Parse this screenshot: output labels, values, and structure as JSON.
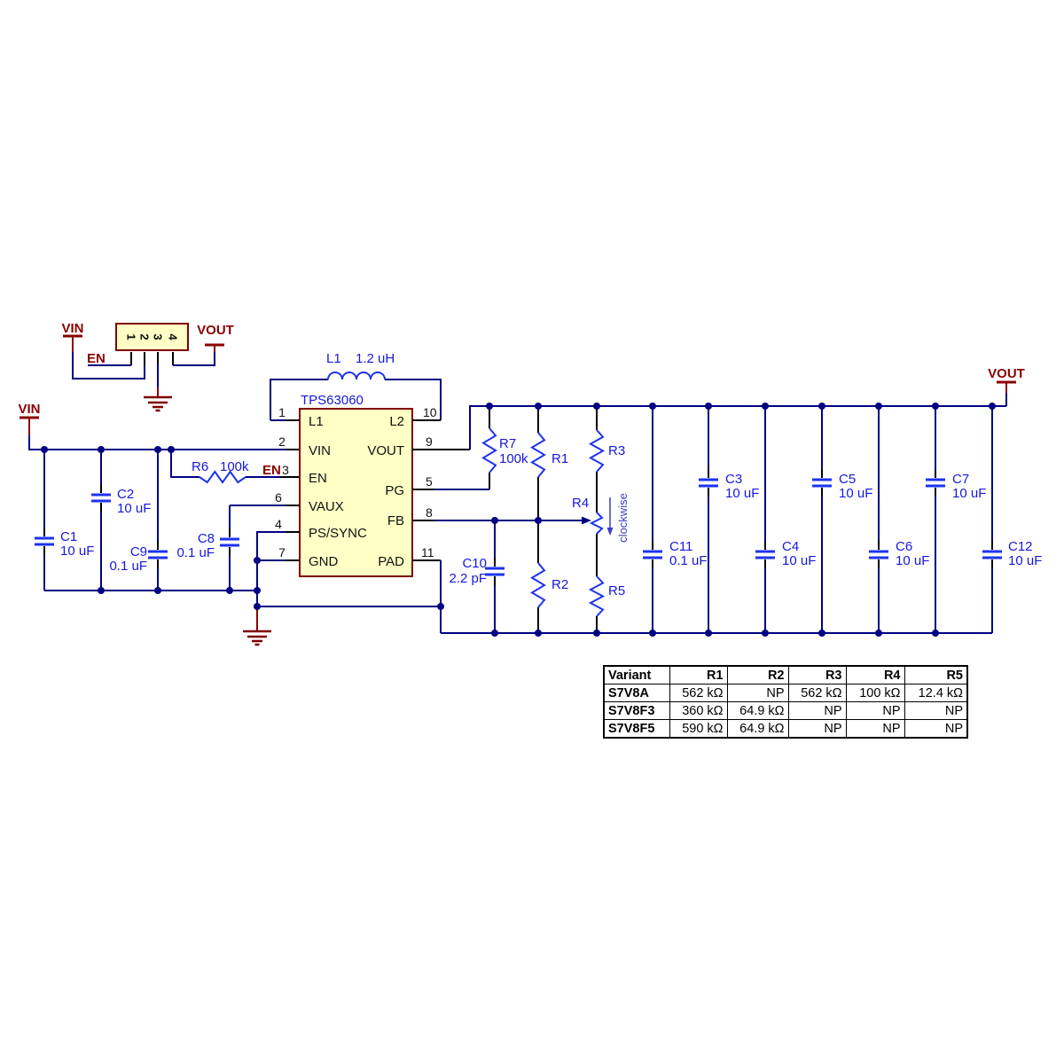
{
  "nets": {
    "vin": "VIN",
    "vout": "VOUT",
    "en": "EN"
  },
  "connector": {
    "pins": [
      "1",
      "2",
      "3",
      "4"
    ]
  },
  "inductor": {
    "ref": "L1",
    "value": "1.2 uH"
  },
  "ic": {
    "name": "TPS63060",
    "pins_left": [
      {
        "num": "1",
        "name": "L1"
      },
      {
        "num": "2",
        "name": "VIN"
      },
      {
        "num": "3",
        "name": "EN"
      },
      {
        "num": "6",
        "name": "VAUX"
      },
      {
        "num": "4",
        "name": "PS/SYNC"
      },
      {
        "num": "7",
        "name": "GND"
      }
    ],
    "pins_right": [
      {
        "num": "10",
        "name": "L2"
      },
      {
        "num": "9",
        "name": "VOUT"
      },
      {
        "num": "5",
        "name": "PG"
      },
      {
        "num": "8",
        "name": "FB"
      },
      {
        "num": "11",
        "name": "PAD"
      }
    ]
  },
  "parts": {
    "r6": {
      "ref": "R6",
      "value": "100k"
    },
    "r7": {
      "ref": "R7",
      "value": "100k"
    },
    "r1": {
      "ref": "R1"
    },
    "r2": {
      "ref": "R2"
    },
    "r3": {
      "ref": "R3"
    },
    "r4": {
      "ref": "R4"
    },
    "r5": {
      "ref": "R5"
    },
    "c1": {
      "ref": "C1",
      "value": "10 uF"
    },
    "c2": {
      "ref": "C2",
      "value": "10 uF"
    },
    "c3": {
      "ref": "C3",
      "value": "10 uF"
    },
    "c4": {
      "ref": "C4",
      "value": "10 uF"
    },
    "c5": {
      "ref": "C5",
      "value": "10 uF"
    },
    "c6": {
      "ref": "C6",
      "value": "10 uF"
    },
    "c7": {
      "ref": "C7",
      "value": "10 uF"
    },
    "c8": {
      "ref": "C8",
      "value": "0.1 uF"
    },
    "c9": {
      "ref": "C9",
      "value": "0.1 uF"
    },
    "c10": {
      "ref": "C10",
      "value": "2.2 pF"
    },
    "c11": {
      "ref": "C11",
      "value": "0.1 uF"
    },
    "c12": {
      "ref": "C12",
      "value": "10 uF"
    }
  },
  "annotations": {
    "clockwise": "clockwise"
  },
  "table": {
    "headers": [
      "Variant",
      "R1",
      "R2",
      "R3",
      "R4",
      "R5"
    ],
    "rows": [
      {
        "variant": "S7V8A",
        "values": [
          "562 kΩ",
          "NP",
          "562 kΩ",
          "100 kΩ",
          "12.4 kΩ"
        ]
      },
      {
        "variant": "S7V8F3",
        "values": [
          "360 kΩ",
          "64.9 kΩ",
          "NP",
          "NP",
          "NP"
        ]
      },
      {
        "variant": "S7V8F5",
        "values": [
          "590 kΩ",
          "64.9 kΩ",
          "NP",
          "NP",
          "NP"
        ]
      }
    ]
  },
  "colors": {
    "wire": "#000082",
    "symbol": "#1d32f0",
    "label": "#1717df",
    "net_label": "#8b0000",
    "ic_border": "#800000",
    "ic_fill": "#ffffc6",
    "annotation": "#3c3cc8",
    "table_text": "#000000"
  }
}
